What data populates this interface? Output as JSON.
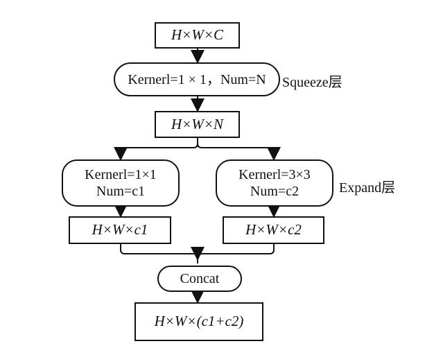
{
  "nodes": {
    "input": {
      "text": "H×W×C"
    },
    "squeeze_conv": {
      "line1": "Kernerl=1 × 1，Num=N"
    },
    "squeeze_out": {
      "text": "H×W×N"
    },
    "expand_left": {
      "line1": "Kernerl=1×1",
      "line2": "Num=c1"
    },
    "expand_right": {
      "line1": "Kernerl=3×3",
      "line2": "Num=c2"
    },
    "out_left": {
      "text": "H×W×c1"
    },
    "out_right": {
      "text": "H×W×c2"
    },
    "concat": {
      "text": "Concat"
    },
    "output": {
      "text": "H×W×(c1+c2)"
    }
  },
  "labels": {
    "squeeze": "Squeeze层",
    "expand": "Expand层"
  },
  "colors": {
    "stroke": "#111111",
    "background": "#ffffff"
  }
}
